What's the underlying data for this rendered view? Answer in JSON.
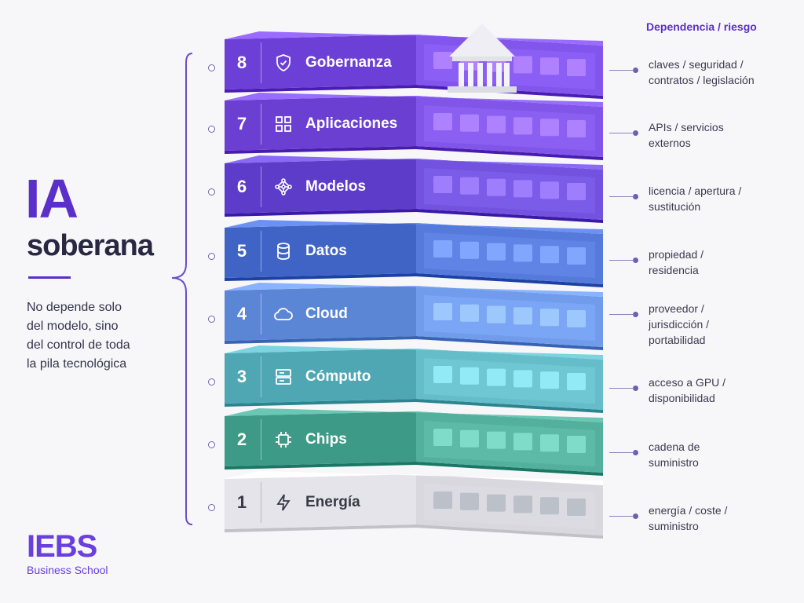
{
  "title": {
    "main": "IA",
    "sub": "soberana"
  },
  "description": {
    "lines": [
      "No depende solo",
      "del modelo, sino",
      "del control de toda",
      "la pila tecnológica"
    ]
  },
  "brand": {
    "logo": "IEBS",
    "sub": "Business School"
  },
  "risk_header": "Dependencia / riesgo",
  "layers": [
    {
      "num": "8",
      "name": "Gobernanza",
      "icon": "shield-check-icon",
      "color": "#6c3fd6",
      "risk": [
        "claves / seguridad /",
        "contratos / legislación"
      ]
    },
    {
      "num": "7",
      "name": "Aplicaciones",
      "icon": "apps-grid-icon",
      "color": "#6b3fd1",
      "risk": [
        "APIs / servicios",
        "externos"
      ]
    },
    {
      "num": "6",
      "name": "Modelos",
      "icon": "network-icon",
      "color": "#5c3cc9",
      "risk": [
        "licencia / apertura /",
        "sustitución"
      ]
    },
    {
      "num": "5",
      "name": "Datos",
      "icon": "database-icon",
      "color": "#3f64c6",
      "risk": [
        "propiedad /",
        "residencia"
      ]
    },
    {
      "num": "4",
      "name": "Cloud",
      "icon": "cloud-icon",
      "color": "#5b86d6",
      "risk": [
        "proveedor /",
        "jurisdicción /",
        "portabilidad"
      ]
    },
    {
      "num": "3",
      "name": "Cómputo",
      "icon": "server-icon",
      "color": "#4fa7b3",
      "risk": [
        "acceso a GPU /",
        "disponibilidad"
      ]
    },
    {
      "num": "2",
      "name": "Chips",
      "icon": "chip-icon",
      "color": "#3d9a86",
      "risk": [
        "cadena de",
        "suministro"
      ]
    },
    {
      "num": "1",
      "name": "Energía",
      "icon": "bolt-icon",
      "color": "#e4e4ea",
      "risk": [
        "energía / coste /",
        "suministro"
      ]
    }
  ]
}
